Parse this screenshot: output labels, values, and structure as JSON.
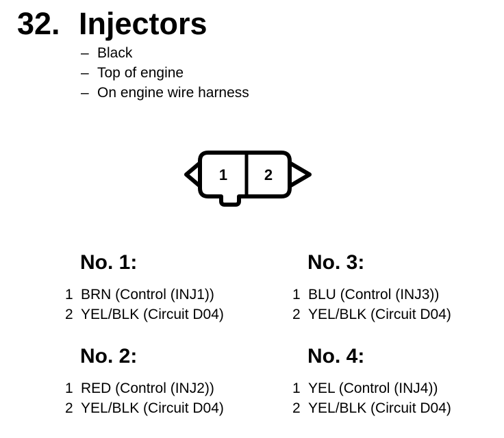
{
  "page": {
    "background_color": "#ffffff",
    "text_color": "#000000"
  },
  "header": {
    "number": "32.",
    "title": "Injectors"
  },
  "notes": {
    "bullet": "–",
    "items": [
      "Black",
      "Top of engine",
      "On engine wire harness"
    ]
  },
  "connector": {
    "cavities": [
      "1",
      "2"
    ]
  },
  "sections": [
    {
      "title": "No. 1:",
      "pins": [
        {
          "num": "1",
          "desc": "BRN (Control (INJ1))"
        },
        {
          "num": "2",
          "desc": "YEL/BLK (Circuit D04)"
        }
      ]
    },
    {
      "title": "No. 2:",
      "pins": [
        {
          "num": "1",
          "desc": "RED (Control (INJ2))"
        },
        {
          "num": "2",
          "desc": "YEL/BLK (Circuit D04)"
        }
      ]
    },
    {
      "title": "No. 3:",
      "pins": [
        {
          "num": "1",
          "desc": "BLU (Control (INJ3))"
        },
        {
          "num": "2",
          "desc": "YEL/BLK (Circuit D04)"
        }
      ]
    },
    {
      "title": "No. 4:",
      "pins": [
        {
          "num": "1",
          "desc": "YEL (Control (INJ4))"
        },
        {
          "num": "2",
          "desc": "YEL/BLK (Circuit D04)"
        }
      ]
    }
  ]
}
